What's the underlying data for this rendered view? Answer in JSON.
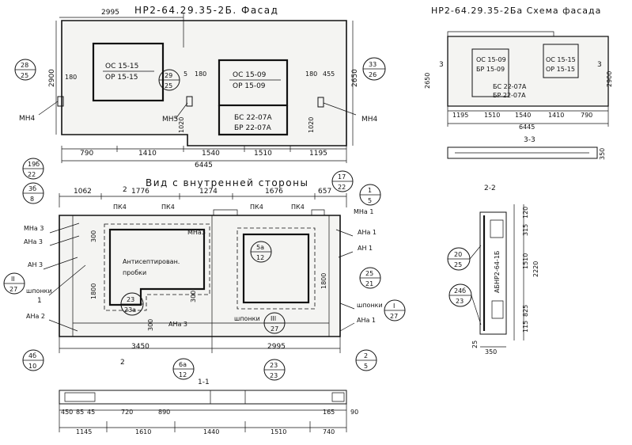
{
  "titles": {
    "facade": "НР2-64.29.35-2Б. Фасад",
    "scheme": "НР2-64.29.35-2Ба Схема фасада",
    "inner": "Вид с внутренней стороны",
    "sec_33": "3-3",
    "sec_22": "2-2",
    "sec_11": "1-1"
  },
  "facade": {
    "top_dim": "2995",
    "win1": [
      "ОС 15-15",
      "ОР 15-15"
    ],
    "win2": [
      "ОС 15-09",
      "ОР 15-09"
    ],
    "door": [
      "БС 22-07А",
      "БР 22-07А"
    ],
    "bottom_dims": [
      "790",
      "1410",
      "1540",
      "1510",
      "1195"
    ],
    "total": "6445",
    "height_l": "2900",
    "height_r": "2650",
    "mh_left": "МН4",
    "mh_mid": "МН5",
    "mh_right": "МН4",
    "d180a": "180",
    "d180b": "180",
    "d180c": "180",
    "d5": "5",
    "d455": "455",
    "d1020a": "1020",
    "d1020b": "1020",
    "node_l": [
      "28",
      "25"
    ],
    "node_m": [
      "29",
      "25"
    ],
    "node_r": [
      "33",
      "26"
    ]
  },
  "scheme": {
    "win1": [
      "ОС 15-09",
      "БР 15-09"
    ],
    "win2": [
      "ОС 15-15",
      "ОР 15-15"
    ],
    "door": [
      "БС 22-07А",
      "БР 22-07А"
    ],
    "dims": [
      "1195",
      "1510",
      "1540",
      "1410",
      "790"
    ],
    "total": "6445",
    "h_left": "2650",
    "h_right": "2900",
    "sec_l": "3",
    "sec_r": "3"
  },
  "inner": {
    "top_dims": [
      "1062",
      "1776",
      "1274",
      "1676",
      "657"
    ],
    "pk": [
      "ПК4",
      "ПК4",
      "ПК4",
      "ПК4"
    ],
    "bottom_dims": [
      "3450",
      "2995"
    ],
    "labels": {
      "mna3a": "МНа 3",
      "ana3": "АНа 3",
      "an3": "АН 3",
      "shponki_l": "шпонки",
      "ana2": "АНа 2",
      "mna3_in": "МНа3",
      "antisept": "Антисептирован.",
      "probki": "пробки",
      "ana3_b": "АНа 3",
      "shponki_b": "шпонки",
      "mna1": "МНа 1",
      "ana1a": "АНа 1",
      "an1": "АН 1",
      "shponki_r": "шпонки",
      "ana1b": "АНа 1"
    },
    "d300a": "300",
    "d300b": "300",
    "d300c": "300",
    "d1800a": "1800",
    "d1800b": "1800",
    "sec_top": "2",
    "sec_bot": "2",
    "sec_left": "1",
    "nodes": {
      "n19b": [
        "19б",
        "22"
      ],
      "n3b": [
        "3б",
        "8"
      ],
      "nII": [
        "II",
        "27"
      ],
      "n4b": [
        "4б",
        "10"
      ],
      "n17": [
        "17",
        "22"
      ],
      "n1": [
        "1",
        "5"
      ],
      "n25": [
        "25",
        "21"
      ],
      "nI": [
        "I",
        "27"
      ],
      "n2": [
        "2",
        "5"
      ],
      "n5a": [
        "5а",
        "12"
      ],
      "nIII": [
        "III",
        "27"
      ],
      "n23": [
        "23",
        "23а"
      ],
      "n6a": [
        "6а",
        "12"
      ],
      "n23b": [
        "23",
        "23"
      ]
    }
  },
  "sec22": {
    "dims": [
      "120",
      "315",
      "1510",
      "2220",
      "825",
      "115",
      "25",
      "350"
    ],
    "mark": "АБНР2-64-1Б",
    "n20": [
      "20",
      "25"
    ],
    "n24": [
      "24б",
      "23"
    ]
  },
  "sec11": {
    "dims_a": [
      "450",
      "85",
      "45",
      "165",
      "90"
    ],
    "dims_b": [
      "1145",
      "1610",
      "1440",
      "1510",
      "740"
    ],
    "dims_c": [
      "720",
      "890"
    ]
  }
}
